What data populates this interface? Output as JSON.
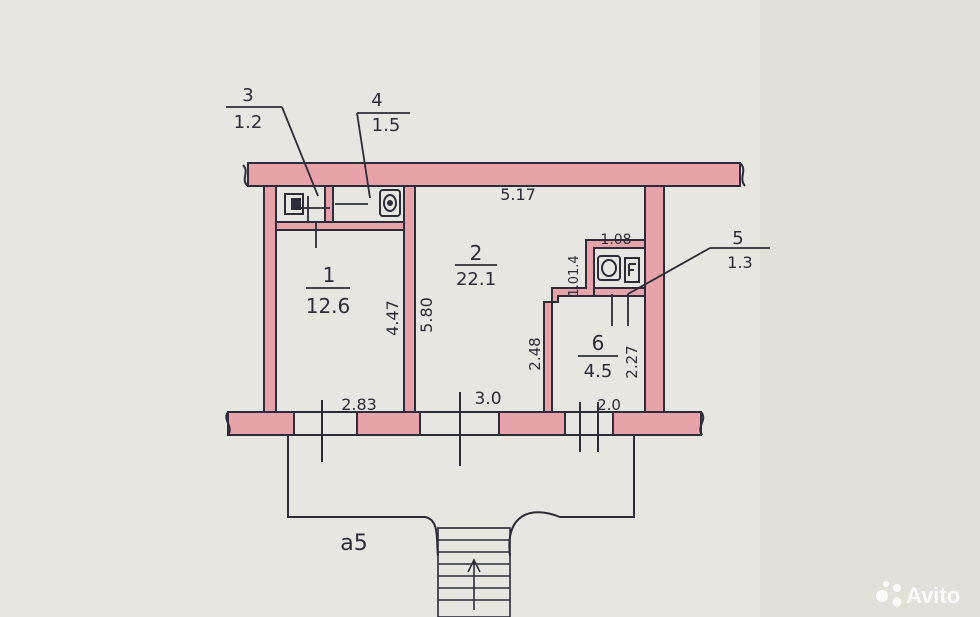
{
  "plan": {
    "outer_dimension": "5.17",
    "rooms": [
      {
        "number": "1",
        "area": "12.6"
      },
      {
        "number": "2",
        "area": "22.1"
      },
      {
        "number": "3",
        "area": "1.2"
      },
      {
        "number": "4",
        "area": "1.5"
      },
      {
        "number": "5",
        "area": "1.3"
      },
      {
        "number": "6",
        "area": "4.5"
      }
    ],
    "dimensions": {
      "room1_depth": "4.47",
      "room2_depth": "5.80",
      "wc_width": "1.08",
      "wc_depth": "1.01.4",
      "room6_left": "2.48",
      "room6_right": "2.27",
      "front_left": "2.83",
      "front_mid": "3.0",
      "front_right": "2.0"
    },
    "entrance_label": "a5"
  },
  "watermark": {
    "text": "Avito"
  },
  "colors": {
    "paper": "#e7e6e0",
    "wall_fill": "#e7a3a9",
    "ink": "#2c2c3a"
  }
}
